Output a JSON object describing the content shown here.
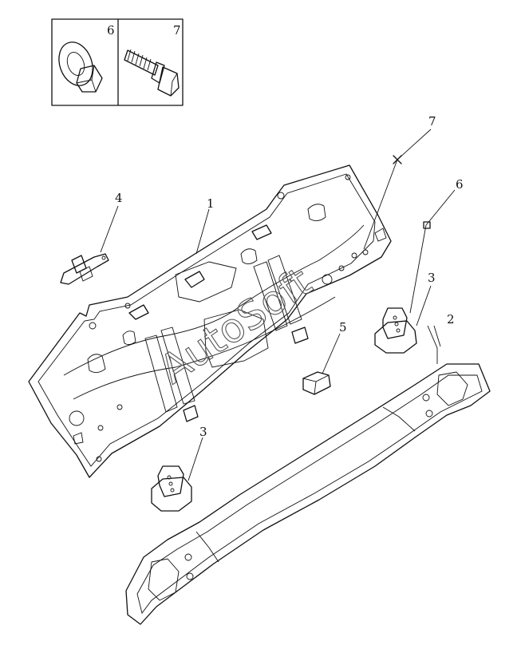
{
  "inset": {
    "labels": [
      "6",
      "7"
    ]
  },
  "callouts": [
    "1",
    "2",
    "3",
    "3",
    "4",
    "5",
    "6",
    "7"
  ],
  "watermark": "AutoSoft"
}
